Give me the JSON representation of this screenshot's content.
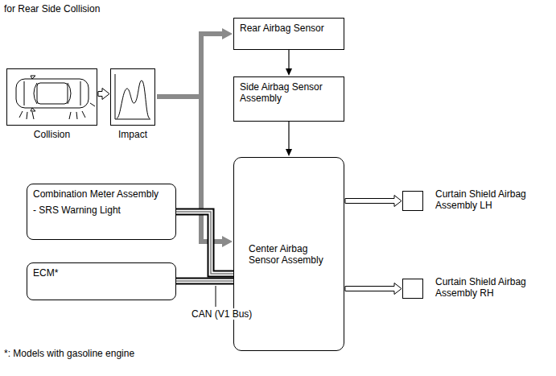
{
  "diagram": {
    "title": "for Rear Side Collision",
    "nodes": [
      {
        "text": [
          "Collision"
        ]
      },
      {
        "text": [
          "Impact"
        ]
      },
      {
        "text": [
          "Rear Airbag Sensor"
        ]
      },
      {
        "text": [
          "Side Airbag Sensor Assembly"
        ]
      },
      {
        "text": [
          "Center Airbag Sensor Assembly"
        ]
      },
      {
        "text": [
          "Combination Meter Assembly",
          "- SRS Warning Light"
        ]
      },
      {
        "text": [
          "ECM*"
        ]
      },
      {
        "text": [
          "Curtain Shield Airbag Assembly LH"
        ]
      },
      {
        "text": [
          "Curtain Shield Airbag Assembly RH"
        ]
      }
    ],
    "edges": [
      {
        "from": 0,
        "to": 1,
        "arrow": "to"
      },
      {
        "from": 1,
        "to": 2,
        "arrow": "to"
      },
      {
        "from": 1,
        "to": 4,
        "arrow": "to"
      },
      {
        "from": 2,
        "to": 3,
        "arrow": "to"
      },
      {
        "from": 3,
        "to": 4,
        "arrow": "to"
      },
      {
        "from": 5,
        "to": 4,
        "arrow": "none"
      },
      {
        "from": 6,
        "to": 4,
        "arrow": "none"
      },
      {
        "from": 4,
        "to": 7,
        "arrow": "to"
      },
      {
        "from": 4,
        "to": 8,
        "arrow": "to"
      }
    ],
    "labels": [
      "CAN (V1 Bus)",
      "*: Models with gasoline engine"
    ]
  }
}
